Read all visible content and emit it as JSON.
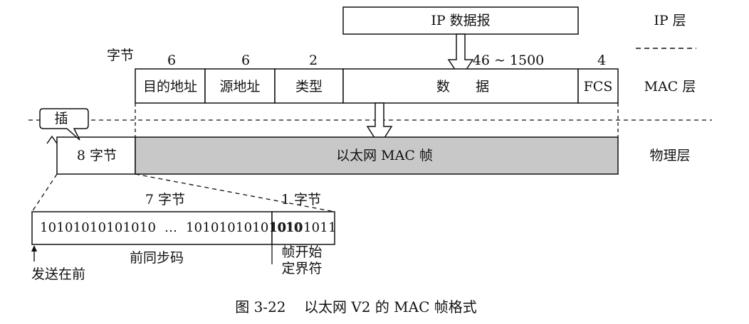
{
  "ip_header_label": "IP 数据报",
  "layers": {
    "ip": "IP 层",
    "mac": "MAC 层",
    "physical": "物理层"
  },
  "byte_unit_label": "字节",
  "mac_frame_fields": [
    {
      "name": "目的地址",
      "bytes": "6"
    },
    {
      "name": "源地址",
      "bytes": "6"
    },
    {
      "name": "类型",
      "bytes": "2"
    },
    {
      "name": "数      据",
      "bytes": "46 ~ 1500"
    },
    {
      "name": "FCS",
      "bytes": "4"
    }
  ],
  "physical_frame": {
    "insert_callout": "插",
    "preamble_bytes": "8 字节",
    "frame_label": "以太网 MAC 帧"
  },
  "preamble_detail": {
    "sync_bytes": "7 字节",
    "sfd_bytes": "1 字节",
    "sync_bits": "10101010101010  …  10101010101010",
    "sfd_bits": "10101011",
    "sync_caption": "前同步码",
    "sfd_caption_line1": "帧开始",
    "sfd_caption_line2": "定界符",
    "send_first": "发送在前"
  },
  "figure_caption": "图 3-22    以太网 V2 的 MAC 帧格式",
  "colors": {
    "line": "#111111",
    "frame_fill": "#c8c8c8",
    "background": "#ffffff"
  }
}
